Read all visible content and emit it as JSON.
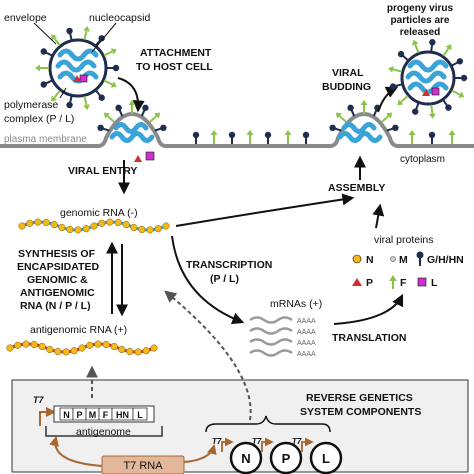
{
  "labels": {
    "envelope": "envelope",
    "nucleocapsid": "nucleocapsid",
    "attachment_line1": "ATTACHMENT",
    "attachment_line2": "TO HOST CELL",
    "polymerase_line1": "polymerase",
    "polymerase_line2": "complex (P / L)",
    "plasma_membrane": "plasma membrane",
    "viral_entry": "VIRAL ENTRY",
    "genomic_rna": "genomic RNA (-)",
    "synthesis_line1": "SYNTHESIS OF",
    "synthesis_line2": "ENCAPSIDATED",
    "synthesis_line3": "GENOMIC &",
    "synthesis_line4": "ANTIGENOMIC",
    "synthesis_line5": "RNA (N / P / L)",
    "antigenomic_rna": "antigenomic RNA (+)",
    "transcription_line1": "TRANSCRIPTION",
    "transcription_line2": "(P / L)",
    "mrnas": "mRNAs (+)",
    "polya": "AAAA",
    "translation": "TRANSLATION",
    "viral_proteins": "viral proteins",
    "legend_n": "N",
    "legend_m": "M",
    "legend_g": "G/H/HN",
    "legend_p": "P",
    "legend_f": "F",
    "legend_l": "L",
    "assembly": "ASSEMBLY",
    "cytoplasm": "cytoplasm",
    "viral_budding_line1": "VIRAL",
    "viral_budding_line2": "BUDDING",
    "progeny_line1": "progeny virus",
    "progeny_line2": "particles are",
    "progeny_line3": "released",
    "reverse_genetics_line1": "REVERSE GENETICS",
    "reverse_genetics_line2": "SYSTEM COMPONENTS",
    "t7": "T7",
    "antigenome": "antigenome",
    "gene_order": [
      "N",
      "P",
      "M",
      "F",
      "HN",
      "L"
    ],
    "helper_n": "N",
    "helper_p": "P",
    "helper_l": "L",
    "t7_rna": "T7 RNA"
  },
  "colors": {
    "nucleocapsid_blue": "#3aa3d8",
    "envelope_navy": "#1f2d4e",
    "spike_green": "#8bc34a",
    "polymerase_red": "#d32f2f",
    "polymerase_magenta": "#d030d0",
    "n_protein_yellow": "#f3b81a",
    "antigenome_red": "#e53935",
    "membrane_gray": "#8a8a8a",
    "mrna_gray": "#9a9a9a",
    "promoter_brown": "#a9652e",
    "t7_box": "#e2b79a"
  }
}
